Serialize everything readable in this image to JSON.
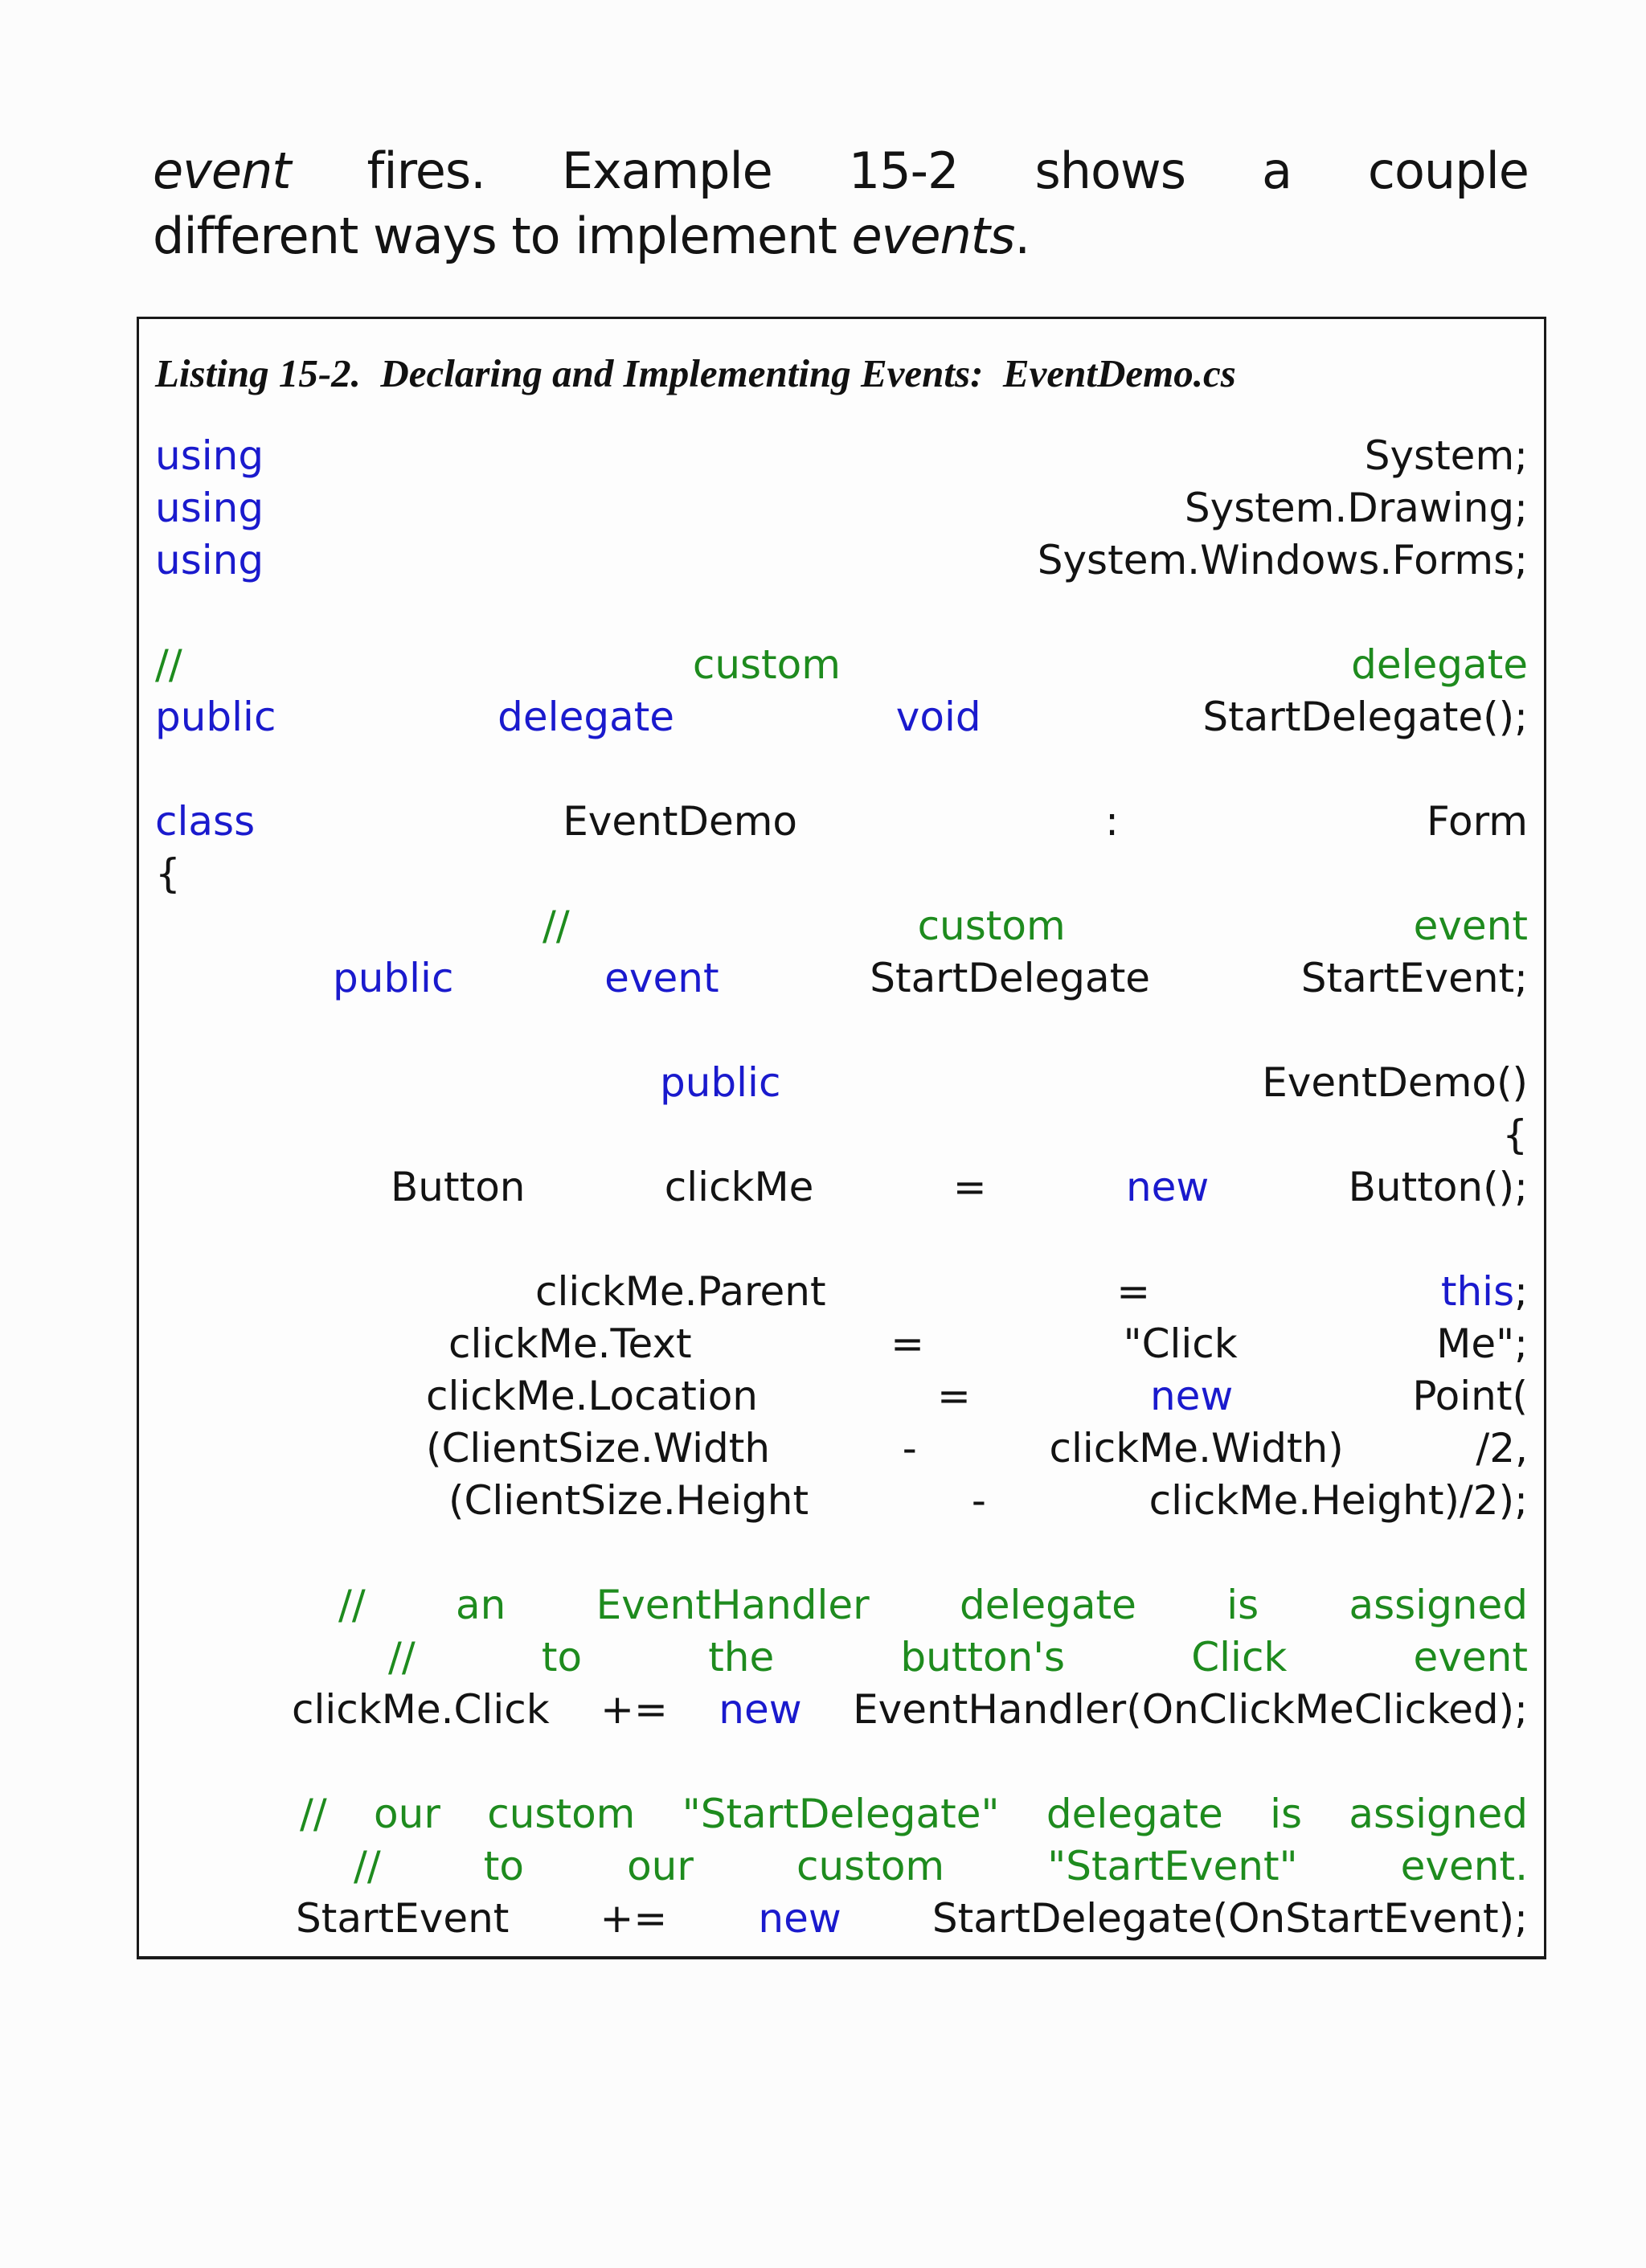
{
  "page": {
    "background": "#fcfcfc"
  },
  "paragraph": {
    "line1_tokens": [
      [
        "event",
        "it"
      ],
      [
        "fires.",
        "rm"
      ],
      [
        "Example",
        "rm"
      ],
      [
        "15-2",
        "rm"
      ],
      [
        "shows",
        "rm"
      ],
      [
        "a",
        "rm"
      ],
      [
        "couple",
        "rm"
      ]
    ],
    "line2_segments": [
      [
        "different ways to implement ",
        "rm"
      ],
      [
        "events",
        "it"
      ],
      [
        ".",
        "rm"
      ]
    ]
  },
  "listing": {
    "title": "Listing 15-2.  Declaring and Implementing Events:  EventDemo.cs",
    "colors": {
      "keyword": "#1a1acd",
      "comment": "#1e8b1e",
      "code": "#131313",
      "border": "#1a1a1a"
    },
    "lines": [
      {
        "align": "justify",
        "indent": 0,
        "tokens": [
          [
            [
              "using",
              "kw"
            ]
          ],
          [
            [
              "System;",
              "pl"
            ]
          ]
        ]
      },
      {
        "align": "justify",
        "indent": 0,
        "tokens": [
          [
            [
              "using",
              "kw"
            ]
          ],
          [
            [
              "System.Drawing;",
              "pl"
            ]
          ]
        ]
      },
      {
        "align": "justify",
        "indent": 0,
        "tokens": [
          [
            [
              "using",
              "kw"
            ]
          ],
          [
            [
              "System.Windows.Forms;",
              "pl"
            ]
          ]
        ]
      },
      {
        "align": "blank"
      },
      {
        "align": "justify",
        "indent": 0,
        "tokens": [
          [
            [
              "//",
              "cm"
            ]
          ],
          [
            [
              "custom",
              "cm"
            ]
          ],
          [
            [
              "delegate",
              "cm"
            ]
          ]
        ]
      },
      {
        "align": "justify",
        "indent": 0,
        "tokens": [
          [
            [
              "public",
              "kw"
            ]
          ],
          [
            [
              "delegate",
              "kw"
            ]
          ],
          [
            [
              "void",
              "kw"
            ]
          ],
          [
            [
              "StartDelegate();",
              "pl"
            ]
          ]
        ]
      },
      {
        "align": "blank"
      },
      {
        "align": "justify",
        "indent": 0,
        "tokens": [
          [
            [
              "class",
              "kw"
            ]
          ],
          [
            [
              "EventDemo",
              "pl"
            ]
          ],
          [
            [
              ":",
              "pl"
            ]
          ],
          [
            [
              "Form",
              "pl"
            ]
          ]
        ]
      },
      {
        "align": "left",
        "indent": 0,
        "tokens": [
          [
            [
              "{",
              "pl"
            ]
          ]
        ]
      },
      {
        "align": "justify",
        "indent": 482,
        "tokens": [
          [
            [
              "//",
              "cm"
            ]
          ],
          [
            [
              "custom",
              "cm"
            ]
          ],
          [
            [
              "event",
              "cm"
            ]
          ]
        ]
      },
      {
        "align": "justify",
        "indent": 221,
        "tokens": [
          [
            [
              "public",
              "kw"
            ]
          ],
          [
            [
              "event",
              "kw"
            ]
          ],
          [
            [
              "StartDelegate",
              "pl"
            ]
          ],
          [
            [
              "StartEvent;",
              "pl"
            ]
          ]
        ]
      },
      {
        "align": "blank"
      },
      {
        "align": "justify",
        "indent": 628,
        "tokens": [
          [
            [
              "public",
              "kw"
            ]
          ],
          [
            [
              "EventDemo()",
              "pl"
            ]
          ]
        ]
      },
      {
        "align": "right",
        "indent": 0,
        "tokens": [
          [
            [
              "{",
              "pl"
            ]
          ]
        ]
      },
      {
        "align": "justify",
        "indent": 293,
        "tokens": [
          [
            [
              "Button",
              "pl"
            ]
          ],
          [
            [
              "clickMe",
              "pl"
            ]
          ],
          [
            [
              "=",
              "pl"
            ]
          ],
          [
            [
              "new",
              "kw"
            ]
          ],
          [
            [
              "Button();",
              "pl"
            ]
          ]
        ]
      },
      {
        "align": "blank"
      },
      {
        "align": "justify",
        "indent": 473,
        "tokens": [
          [
            [
              "clickMe.Parent",
              "pl"
            ]
          ],
          [
            [
              "=",
              "pl"
            ]
          ],
          [
            [
              "this",
              "kw"
            ],
            [
              ";",
              "pl"
            ]
          ]
        ]
      },
      {
        "align": "justify",
        "indent": 365,
        "tokens": [
          [
            [
              "clickMe.Text",
              "pl"
            ]
          ],
          [
            [
              "=",
              "pl"
            ]
          ],
          [
            [
              "\"Click",
              "pl"
            ]
          ],
          [
            [
              "Me\";",
              "pl"
            ]
          ]
        ]
      },
      {
        "align": "justify",
        "indent": 337,
        "tokens": [
          [
            [
              "clickMe.Location",
              "pl"
            ]
          ],
          [
            [
              "=",
              "pl"
            ]
          ],
          [
            [
              "new",
              "kw"
            ]
          ],
          [
            [
              "Point(",
              "pl"
            ]
          ]
        ]
      },
      {
        "align": "justify",
        "indent": 337,
        "tokens": [
          [
            [
              "(ClientSize.Width",
              "pl"
            ]
          ],
          [
            [
              "-",
              "pl"
            ]
          ],
          [
            [
              "clickMe.Width)",
              "pl"
            ]
          ],
          [
            [
              "/2,",
              "pl"
            ]
          ]
        ]
      },
      {
        "align": "justify",
        "indent": 365,
        "tokens": [
          [
            [
              "(ClientSize.Height",
              "pl"
            ]
          ],
          [
            [
              "-",
              "pl"
            ]
          ],
          [
            [
              "clickMe.Height)/2);",
              "pl"
            ]
          ]
        ]
      },
      {
        "align": "blank"
      },
      {
        "align": "justify",
        "indent": 228,
        "tokens": [
          [
            [
              "//",
              "cm"
            ]
          ],
          [
            [
              "an",
              "cm"
            ]
          ],
          [
            [
              "EventHandler",
              "cm"
            ]
          ],
          [
            [
              "delegate",
              "cm"
            ]
          ],
          [
            [
              "is",
              "cm"
            ]
          ],
          [
            [
              "assigned",
              "cm"
            ]
          ]
        ]
      },
      {
        "align": "justify",
        "indent": 290,
        "tokens": [
          [
            [
              "//",
              "cm"
            ]
          ],
          [
            [
              "to",
              "cm"
            ]
          ],
          [
            [
              "the",
              "cm"
            ]
          ],
          [
            [
              "button's",
              "cm"
            ]
          ],
          [
            [
              "Click",
              "cm"
            ]
          ],
          [
            [
              "event",
              "cm"
            ]
          ]
        ]
      },
      {
        "align": "justify",
        "indent": 170,
        "tokens": [
          [
            [
              "clickMe.Click",
              "pl"
            ]
          ],
          [
            [
              "+=",
              "pl"
            ]
          ],
          [
            [
              "new",
              "kw"
            ]
          ],
          [
            [
              "EventHandler(OnClickMeClicked);",
              "pl"
            ]
          ]
        ]
      },
      {
        "align": "blank"
      },
      {
        "align": "justify",
        "indent": 180,
        "tokens": [
          [
            [
              "//",
              "cm"
            ]
          ],
          [
            [
              "our",
              "cm"
            ]
          ],
          [
            [
              "custom",
              "cm"
            ]
          ],
          [
            [
              "\"StartDelegate\"",
              "cm"
            ]
          ],
          [
            [
              "delegate",
              "cm"
            ]
          ],
          [
            [
              "is",
              "cm"
            ]
          ],
          [
            [
              "assigned",
              "cm"
            ]
          ]
        ]
      },
      {
        "align": "justify",
        "indent": 247,
        "tokens": [
          [
            [
              "//",
              "cm"
            ]
          ],
          [
            [
              "to",
              "cm"
            ]
          ],
          [
            [
              "our",
              "cm"
            ]
          ],
          [
            [
              "custom",
              "cm"
            ]
          ],
          [
            [
              "\"StartEvent\"",
              "cm"
            ]
          ],
          [
            [
              "event.",
              "cm"
            ]
          ]
        ]
      },
      {
        "align": "justify",
        "indent": 175,
        "tokens": [
          [
            [
              "StartEvent",
              "pl"
            ]
          ],
          [
            [
              "+=",
              "pl"
            ]
          ],
          [
            [
              "new",
              "kw"
            ]
          ],
          [
            [
              "StartDelegate(OnStartEvent);",
              "pl"
            ]
          ]
        ]
      }
    ]
  }
}
